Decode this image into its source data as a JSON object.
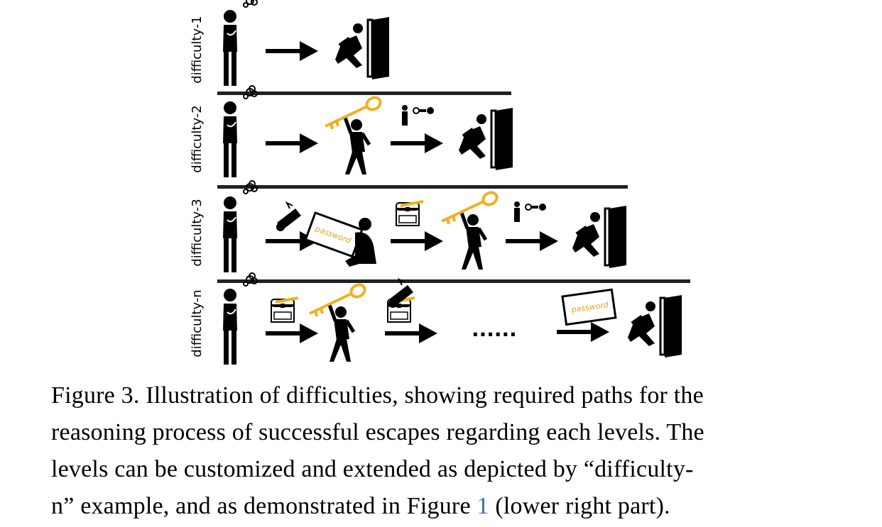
{
  "figure": {
    "rows": [
      {
        "label": "difficulty-1"
      },
      {
        "label": "difficulty-2"
      },
      {
        "label": "difficulty-3"
      },
      {
        "label": "difficulty-n"
      }
    ],
    "password_text": "password",
    "ellipsis": "......",
    "colors": {
      "ink": "#000000",
      "gold": "#f0b020"
    }
  },
  "caption": {
    "line1": "Figure 3. Illustration of difficulties, showing required paths for the",
    "line2": "reasoning process of successful escapes regarding each levels. The",
    "line3": "levels can be customized and extended as depicted by “difficulty-",
    "line4_before": "n” example, and as demonstrated in Figure ",
    "line4_ref": "1",
    "line4_after": " (lower right part)."
  }
}
